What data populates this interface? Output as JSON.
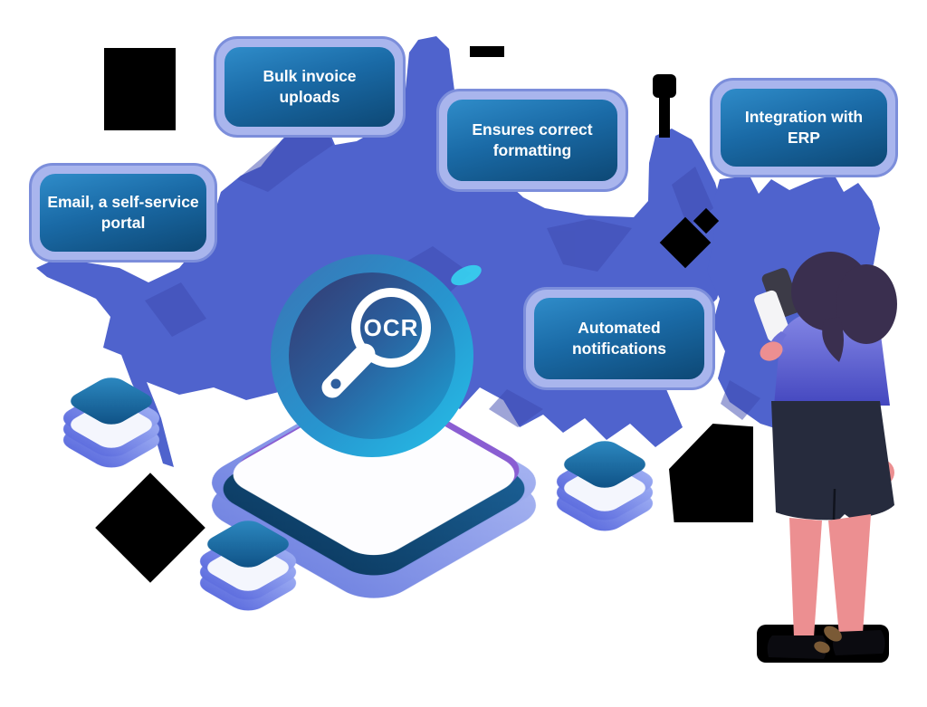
{
  "illustration": {
    "nodes": [
      {
        "id": "email",
        "label": "Email, a self-service portal"
      },
      {
        "id": "bulk",
        "label": "Bulk invoice uploads"
      },
      {
        "id": "formatting",
        "label": "Ensures correct formatting"
      },
      {
        "id": "erp",
        "label": "Integration with ERP"
      },
      {
        "id": "notifications",
        "label": "Automated notifications"
      }
    ],
    "badge": {
      "label": "OCR"
    },
    "colors": {
      "node_fill_top": "#2f8cc9",
      "node_fill_bottom": "#0d4875",
      "node_casing": "#a9b5ed",
      "node_border": "#7c8edb",
      "node_text": "#ffffff",
      "blob": "#4f63cd",
      "blob_dark": "#3e4aaf",
      "badge_outer_end": "#25c0e8",
      "badge_inner_start": "#343a71",
      "platform_casing": "#8c9ce9",
      "platform_dark": "#14517f",
      "platform_top": "#ffffff",
      "platform_edge": "#8a5ed2",
      "skin": "#ec8f91",
      "hair": "#3a2f4f",
      "skirt": "#262b3d"
    }
  }
}
